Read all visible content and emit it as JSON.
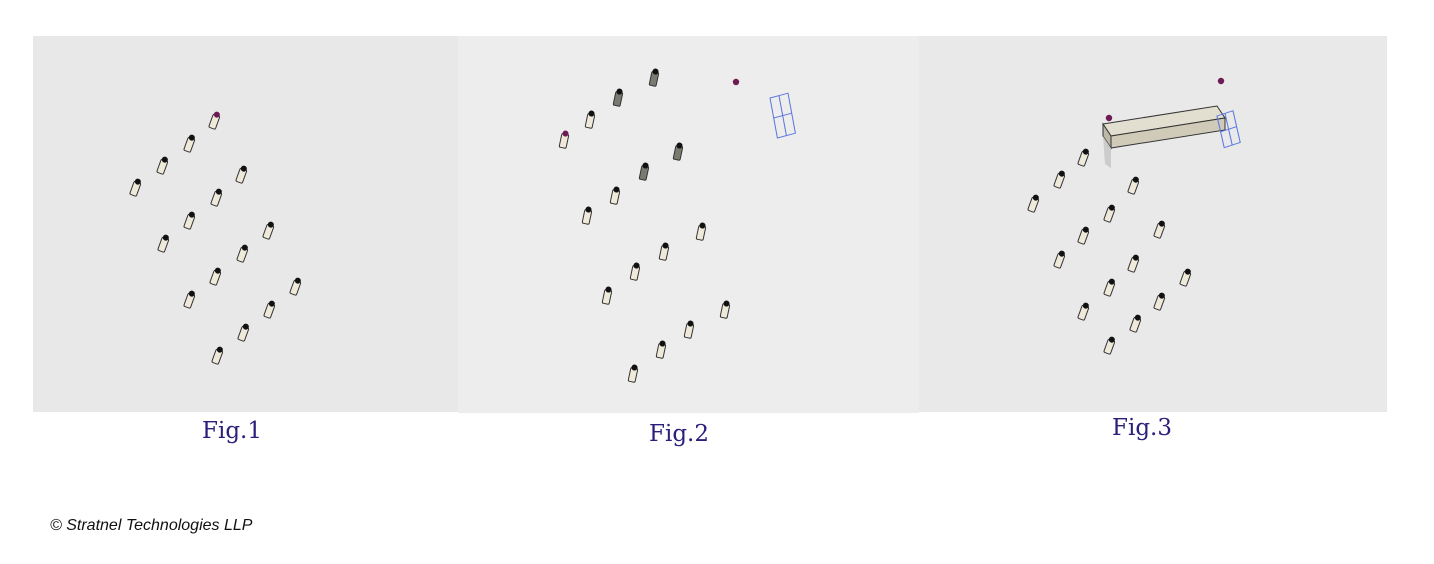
{
  "figures": [
    {
      "caption": "Fig.1"
    },
    {
      "caption": "Fig.2"
    },
    {
      "caption": "Fig.3"
    }
  ],
  "copyright": "© Stratnel Technologies LLP",
  "colors": {
    "chair_fill": "#efe9da",
    "chair_stroke": "#333333",
    "chair_dark": "#7a7a70",
    "head": "#111111",
    "marker": "#6e1a55",
    "frame_outline": "#5a77e0",
    "beam_fill": "#cfcbb8",
    "caption_text": "#2a1f7a"
  }
}
